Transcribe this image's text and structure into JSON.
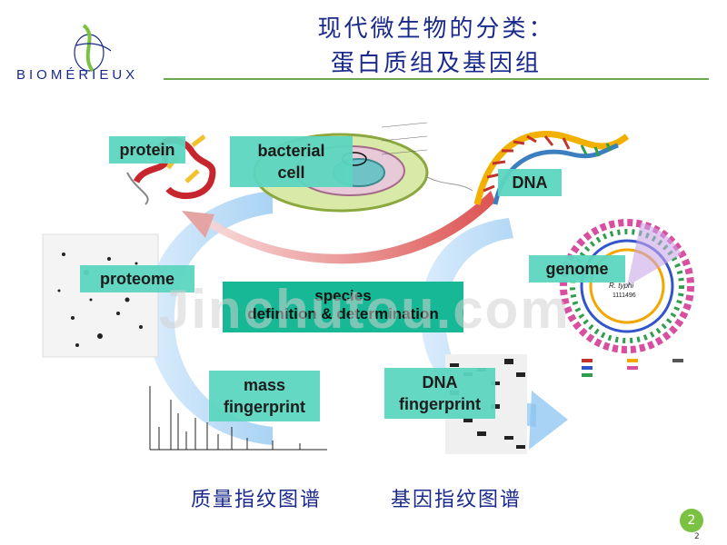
{
  "header": {
    "logo_text": "BIOMÉRIEUX",
    "title_line1": "现代微生物的分类：",
    "title_line2": "蛋白质组及基因组"
  },
  "labels": {
    "protein": "protein",
    "bacterial_cell_1": "bacterial",
    "bacterial_cell_2": "cell",
    "dna": "DNA",
    "proteome": "proteome",
    "genome": "genome",
    "mass_fingerprint_1": "mass",
    "mass_fingerprint_2": "fingerprint",
    "dna_fingerprint_1": "DNA",
    "dna_fingerprint_2": "fingerprint",
    "species_1": "species",
    "species_2": "definition & determination"
  },
  "genome_map": {
    "organism": "R. typhi",
    "size": "1111496"
  },
  "captions": {
    "mass_fp": "质量指纹图谱",
    "gene_fp": "基因指纹图谱"
  },
  "watermark": "Jinchutou.com",
  "page": {
    "badge": "2",
    "number": "2"
  },
  "colors": {
    "title": "#1a2a8c",
    "label_bg": "#5cd6c0",
    "species_bg": "#16b896",
    "rule": "#6aa84f",
    "badge": "#7cc242"
  }
}
